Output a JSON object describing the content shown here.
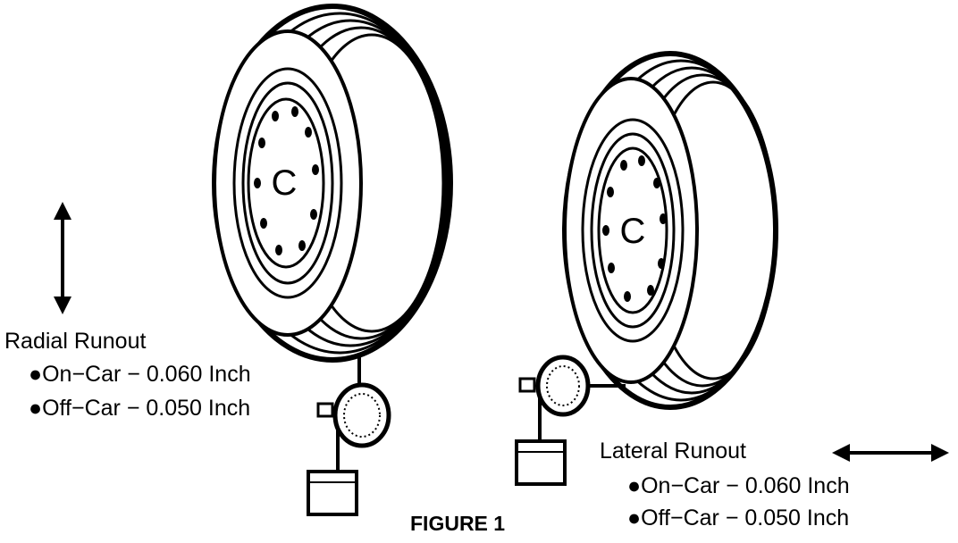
{
  "figure_label": "FIGURE 1",
  "radial": {
    "title": "Radial Runout",
    "items": [
      {
        "bullet": "●",
        "text": "On−Car − 0.060 Inch"
      },
      {
        "bullet": "●",
        "text": "Off−Car − 0.050 Inch"
      }
    ],
    "arrow_direction": "vertical"
  },
  "lateral": {
    "title": "Lateral Runout",
    "items": [
      {
        "bullet": "●",
        "text": "On−Car − 0.060 Inch"
      },
      {
        "bullet": "●",
        "text": "Off−Car − 0.050 Inch"
      }
    ],
    "arrow_direction": "horizontal"
  },
  "hub_letter": "C"
}
